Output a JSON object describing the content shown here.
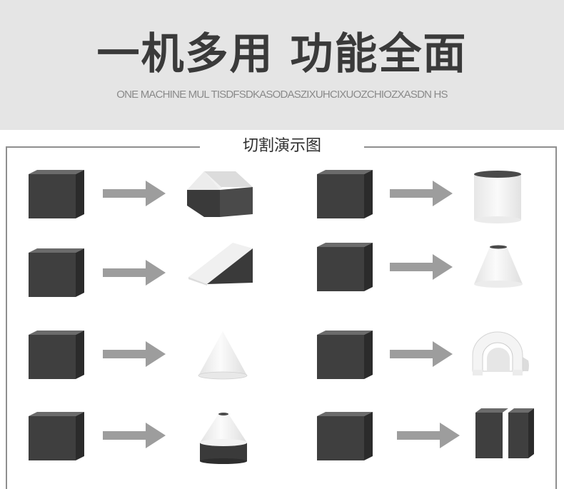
{
  "header": {
    "title": "一机多用 功能全面",
    "subtitle": "ONE MACHINE MUL TISDFSDKASODASZIXUHCIXUOZCHIOZXASDN HS"
  },
  "section": {
    "title": "切割演示图"
  },
  "colors": {
    "banner_bg": "#e5e5e5",
    "block_dark": "#3d3d3d",
    "block_top": "#666666",
    "block_side": "#2a2a2a",
    "arrow": "#9c9c9c",
    "cut_light": "#f0f0f0"
  },
  "demos": [
    {
      "name": "demo-beveled-block",
      "from": "cube-icon",
      "to": "beveled-block-icon"
    },
    {
      "name": "demo-cylinder",
      "from": "cube-icon",
      "to": "cylinder-icon"
    },
    {
      "name": "demo-wedge",
      "from": "cube-icon",
      "to": "wedge-icon"
    },
    {
      "name": "demo-truncated-cone",
      "from": "cube-icon",
      "to": "truncated-cone-icon"
    },
    {
      "name": "demo-cone",
      "from": "cube-icon",
      "to": "cone-icon"
    },
    {
      "name": "demo-ring",
      "from": "cube-icon",
      "to": "ring-icon"
    },
    {
      "name": "demo-cone-on-block",
      "from": "cube-icon",
      "to": "cone-on-block-icon"
    },
    {
      "name": "demo-split-block",
      "from": "cube-icon",
      "to": "split-block-icon"
    }
  ]
}
